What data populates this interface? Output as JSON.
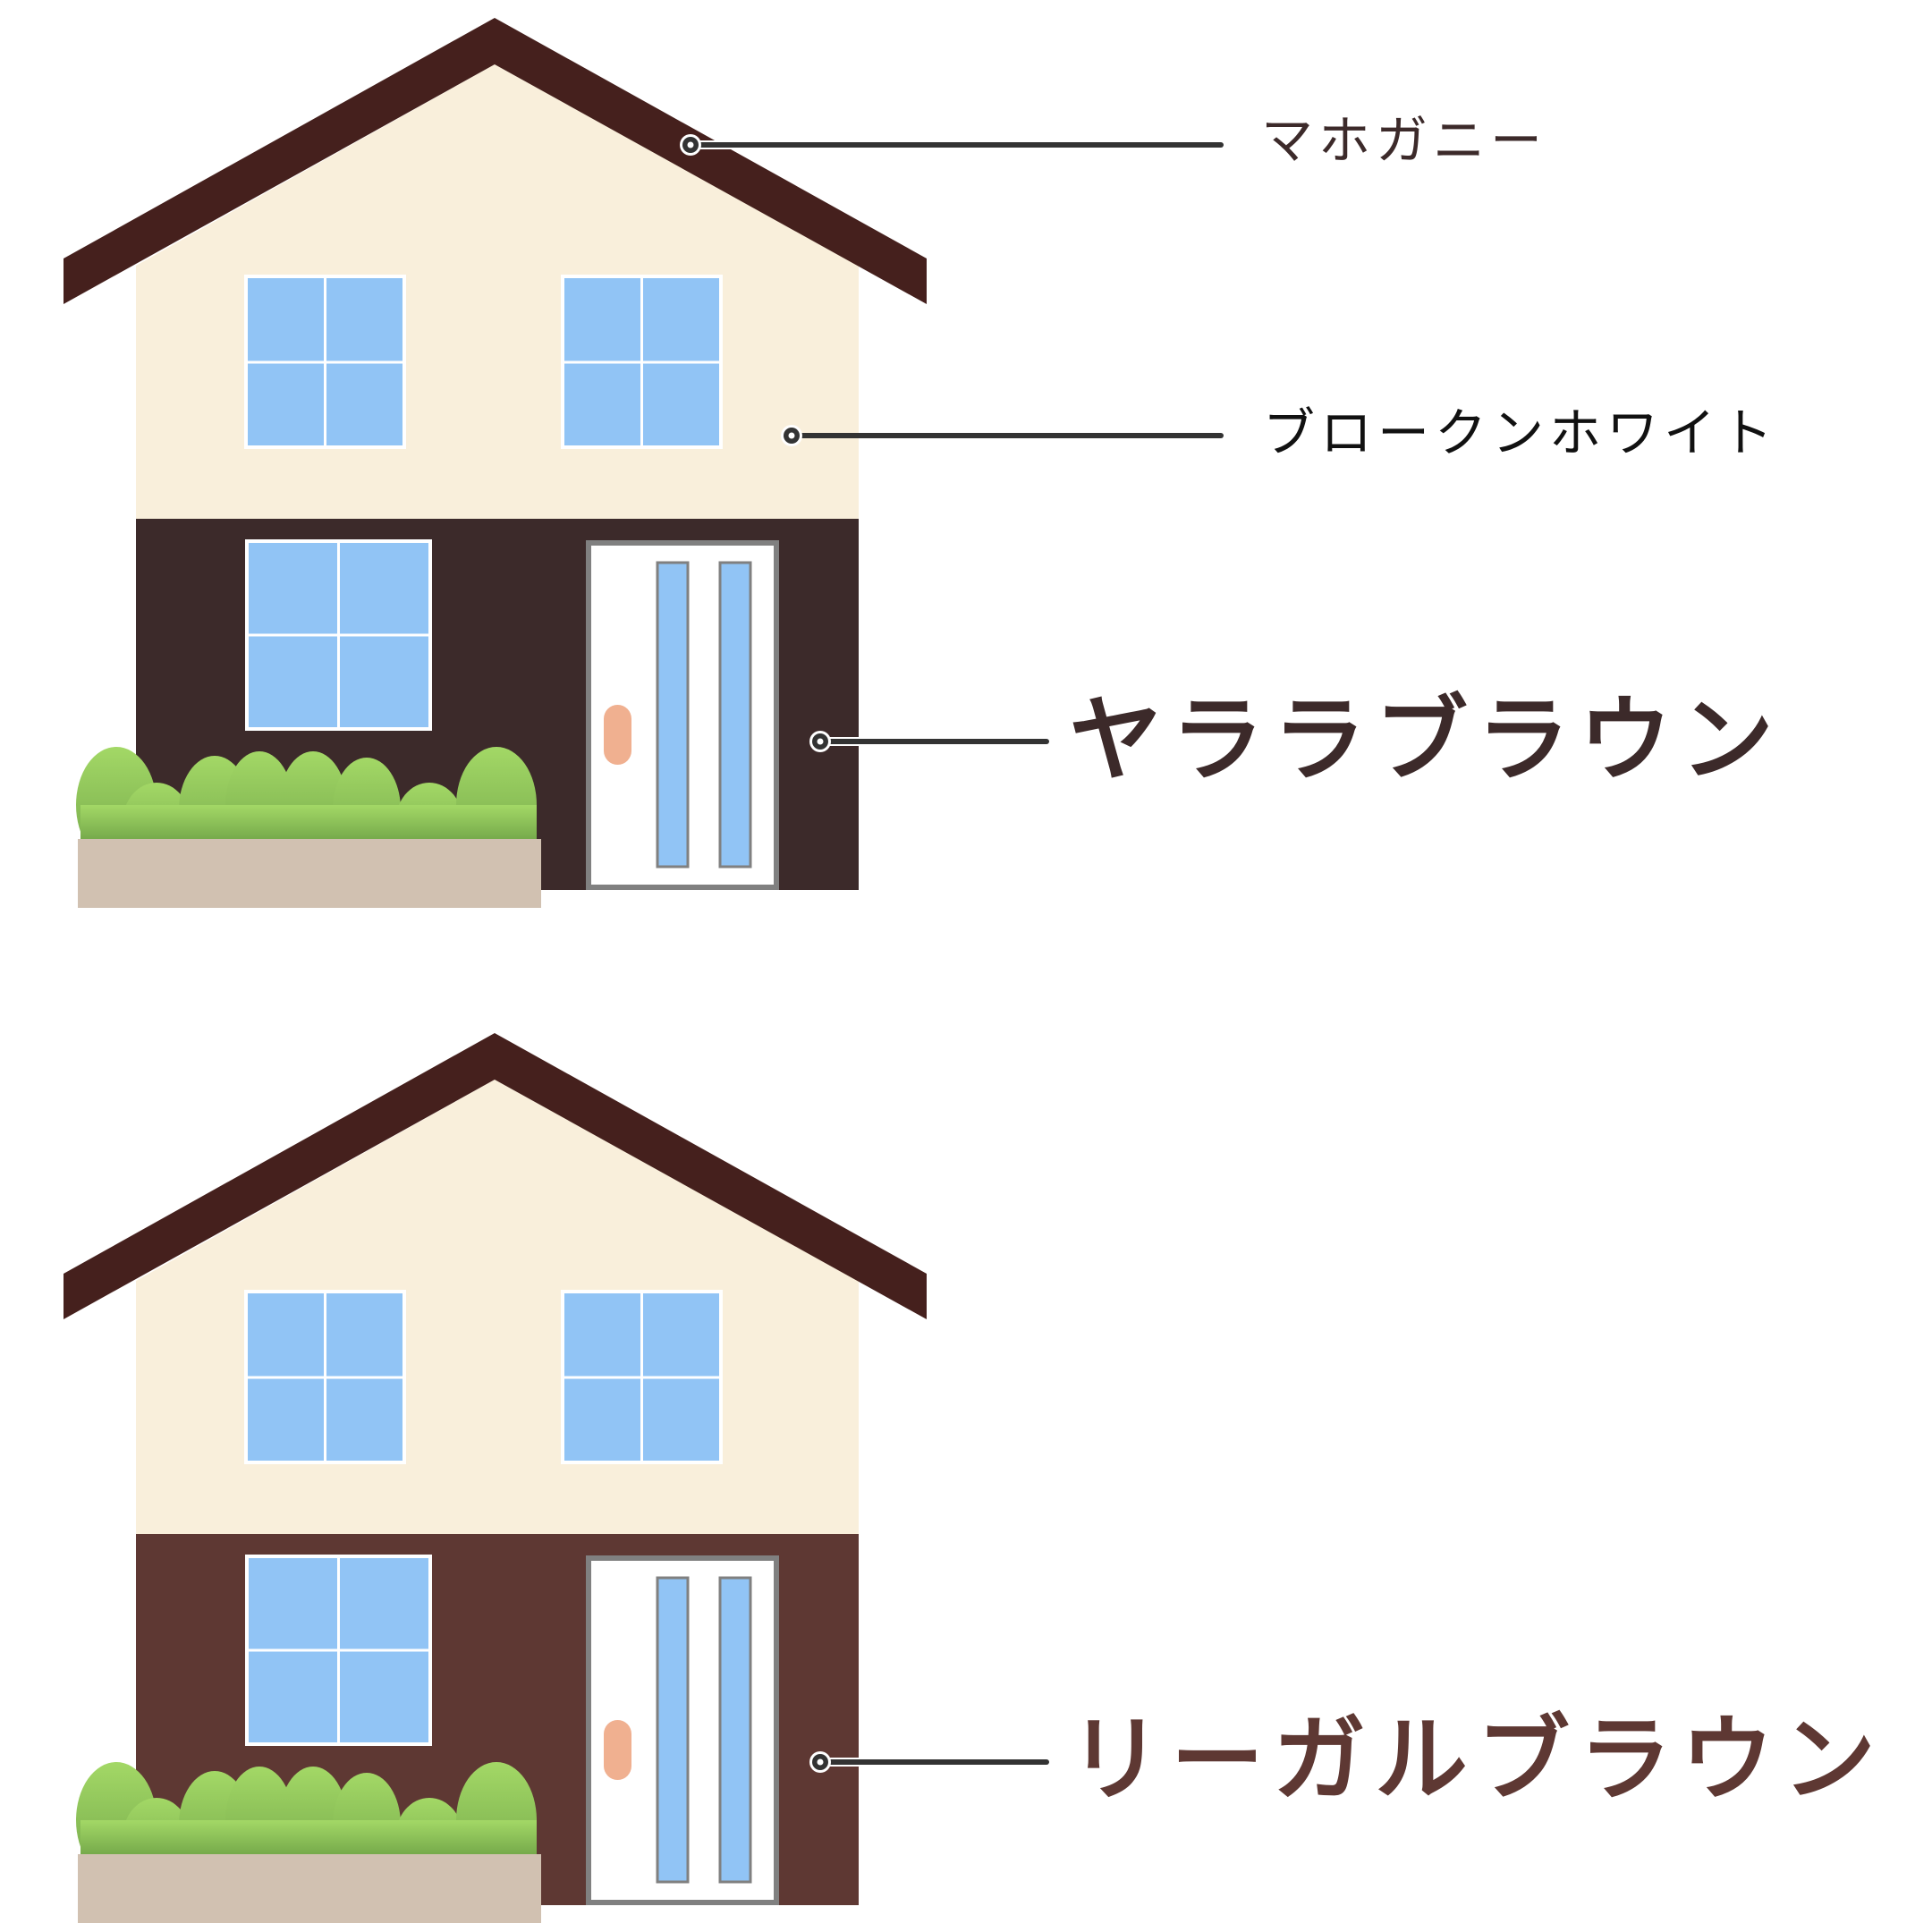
{
  "colors": {
    "roof": "#45201d",
    "upper_wall": "#f9efdb",
    "lower_wall_house1": "#3c2a2a",
    "lower_wall_house2": "#5e3833",
    "window_glass": "#91c4f5",
    "window_frame": "#ffffff",
    "door_frame": "#808080",
    "door_panel": "#ffffff",
    "door_handle": "#f0b090",
    "bush_top": "#a3d866",
    "bush_bottom": "#74a84a",
    "planter": "#d1c1b1",
    "leader_line": "#333333",
    "label_dark_brown": "#3c2a2a",
    "label_black": "#111111",
    "label_regal_brown": "#5e3833"
  },
  "house1": {
    "roof_label": "マホガニー",
    "upper_wall_label": "ブロークンホワイト",
    "lower_wall_label": "ヤララブラウン"
  },
  "house2": {
    "lower_wall_label": "リーガルブラウン"
  }
}
